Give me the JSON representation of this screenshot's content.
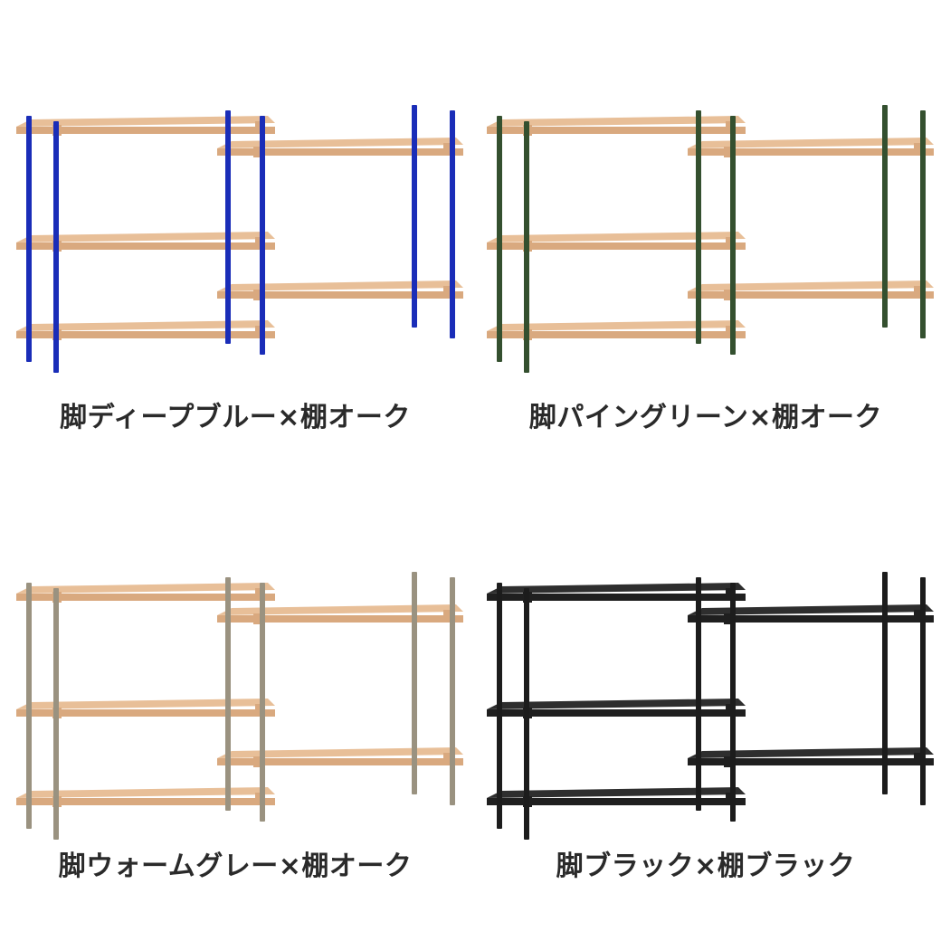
{
  "variants": [
    {
      "caption": "脚ディープブルー×棚オーク",
      "leg_color": "#1a2db8",
      "shelf_color": "#e8bf98",
      "shelf_edge": "#d9a97f"
    },
    {
      "caption": "脚パイングリーン×棚オーク",
      "leg_color": "#34502f",
      "shelf_color": "#e8bf98",
      "shelf_edge": "#d9a97f"
    },
    {
      "caption": "脚ウォームグレー×棚オーク",
      "leg_color": "#9a9280",
      "shelf_color": "#e8bf98",
      "shelf_edge": "#d9a97f"
    },
    {
      "caption": "脚ブラック×棚ブラック",
      "leg_color": "#1c1c1c",
      "shelf_color": "#2e2e2e",
      "shelf_edge": "#1f1f1f"
    }
  ]
}
